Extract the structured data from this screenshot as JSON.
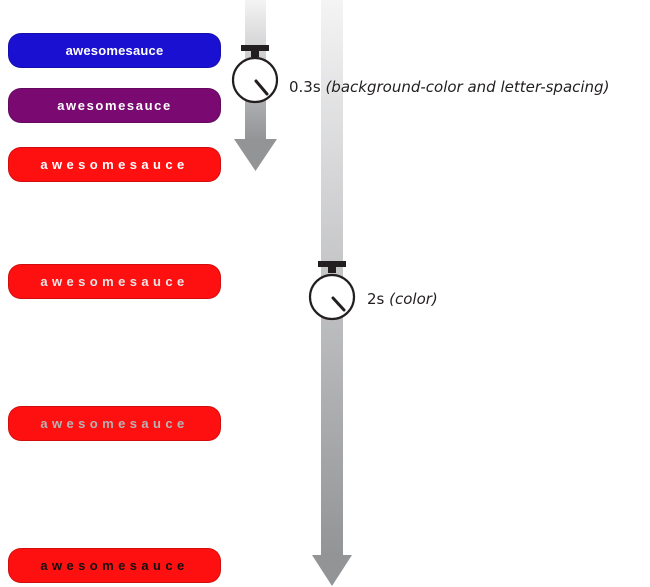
{
  "colors": {
    "blue": "#1a10d2",
    "purple": "#7a0a72",
    "red": "#ff1010",
    "white": "#ffffff",
    "gray": "#b8b8b8",
    "black": "#111111",
    "arrow_light": "#f2f2f3",
    "arrow_dark": "#939496",
    "timer_stroke": "#231f20"
  },
  "buttons": [
    {
      "text": "awesomesauce",
      "background": "#1a10d2",
      "color": "#ffffff",
      "spacing": "tight"
    },
    {
      "text": "awesomesauce",
      "background": "#7a0a72",
      "color": "#ffffff",
      "spacing": "medium"
    },
    {
      "text": "awesomesauce",
      "background": "#ff1010",
      "color": "#ffffff",
      "spacing": "wide"
    },
    {
      "text": "awesomesauce",
      "background": "#ff1010",
      "color": "#e6e6e6",
      "spacing": "wide"
    },
    {
      "text": "awesomesauce",
      "background": "#ff1010",
      "color": "#b4b4b4",
      "spacing": "wide"
    },
    {
      "text": "awesomesauce",
      "background": "#ff1010",
      "color": "#111111",
      "spacing": "wide"
    }
  ],
  "transitions": [
    {
      "duration": "0.3s",
      "properties": "(background-color and letter-spacing)",
      "icon": "stopwatch-icon"
    },
    {
      "duration": "2s",
      "properties": "(color)",
      "icon": "stopwatch-icon"
    }
  ]
}
